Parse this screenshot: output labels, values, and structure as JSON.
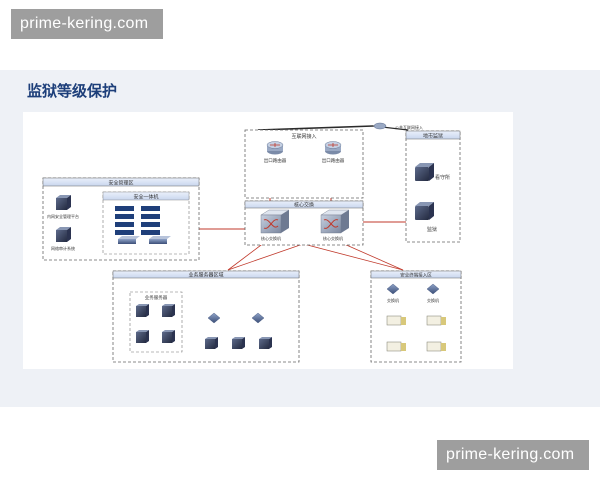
{
  "watermark": {
    "top": "prime-kering.com",
    "bottom": "prime-kering.com"
  },
  "slide": {
    "title": "监狱等级保护"
  },
  "diagram": {
    "zones": {
      "internet": {
        "label": "互联网接入",
        "router1": "出口路由器",
        "router2": "出口路由器",
        "link": "公共互联网接入"
      },
      "remote": {
        "label": "地市监狱",
        "site1": "看守所",
        "site2": "监狱"
      },
      "security": {
        "label": "安全管理区",
        "platform": "内网安全管理平台",
        "audit": "网络审计系统",
        "appliance": "安全一体机"
      },
      "core": {
        "label": "核心交换",
        "switch1": "核心交换机",
        "switch2": "核心交换机"
      },
      "business": {
        "label": "业务服务器区域",
        "server_group": "业务服务器"
      },
      "terminals": {
        "label": "安全终端接入区",
        "switch1": "交换机",
        "switch2": "交换机"
      }
    }
  }
}
